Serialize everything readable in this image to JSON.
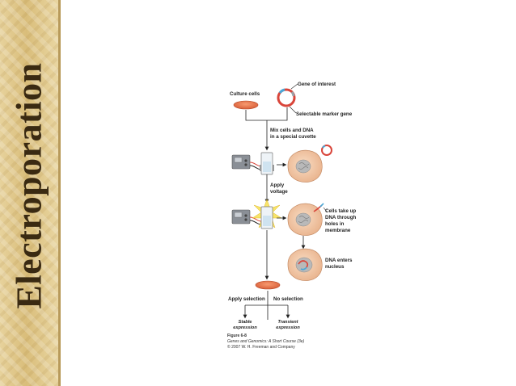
{
  "slide": {
    "title": "Electroporation"
  },
  "diagram": {
    "labels": {
      "culture_cells": "Culture cells",
      "gene_of_interest": "Gene of interest",
      "selectable_marker": "Selectable marker gene",
      "mix_line1": "Mix cells and DNA",
      "mix_line2": "in a special cuvette",
      "apply_line1": "Apply",
      "apply_line2": "voltage",
      "take_up_line1": "Cells take up",
      "take_up_line2": "DNA through",
      "take_up_line3": "holes in",
      "take_up_line4": "membrane",
      "enters_line1": "DNA enters",
      "enters_line2": "nucleus",
      "apply_selection": "Apply selection",
      "no_selection": "No selection",
      "stable_line1": "Stable",
      "stable_line2": "expression",
      "transient_line1": "Transient",
      "transient_line2": "expression"
    },
    "caption": {
      "figure": "Figure 6-8",
      "book": "Genes and Genomics: A Short Course (3e)",
      "copyright": "© 2007 W. H. Freeman and Company"
    },
    "colors": {
      "culture_dish": "#e8744a",
      "cell_fill": "#f3c9a8",
      "nucleus_fill": "#b9b9b9",
      "plasmid_red": "#d9453a",
      "plasmid_blue": "#4aa8d8",
      "arrow": "#222222"
    }
  }
}
